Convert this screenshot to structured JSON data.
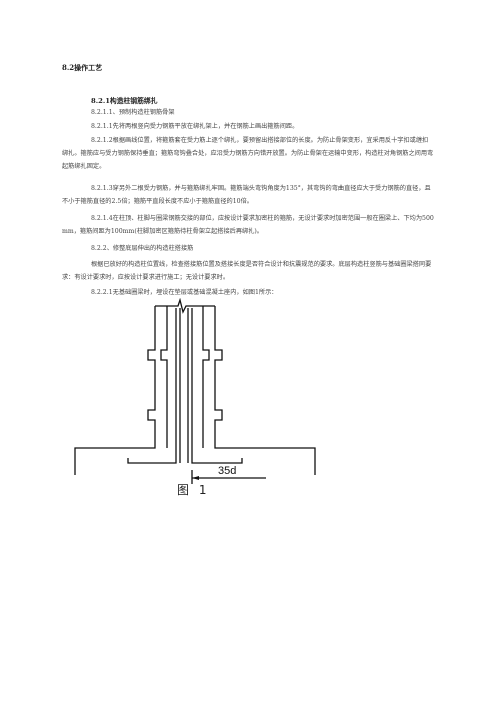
{
  "heading_section": "8.2操作工艺",
  "heading_sub": "8.2.1构造柱钢筋绑扎",
  "paragraphs": [
    "8.2.1.1、预制构造柱钢筋骨架",
    "8.2.1.1先将两根竖向受力钢筋平放在绑扎架上，并在钢筋上画出箍筋间距。",
    "8.2.1.2根据画线位置，将箍筋套在受力筋上逐个绑扎，要预留出搭接部位的长度。为防止骨架变形，宜采用反十字扣或缠扣绑扎。箍筋应与受力钢筋保持垂直；箍筋弯钩叠合处，应沿受力钢筋方向错开放置。为防止骨架在运输中变形，构造柱对角钢筋之间用弯起筋绑扎固定。",
    "8.2.1.3穿另外二根受力钢筋，并与箍筋绑扎牢固。箍筋端头弯钩角度为135°，其弯钩的弯曲直径应大于受力钢筋的直径，且不小于箍筋直径的2.5倍；箍筋平直段长度不应小于箍筋直径的10倍。",
    "8.2.1.4在柱顶、柱脚与圈梁钢筋交接的部位，应按设计要求加密柱的箍筋，无设计要求时加密范围一般在圈梁上、下均为500mm，箍筋间距为100mm(柱脚加密区箍筋待柱骨架立起搭接后再绑扎)。",
    "8.2.2、修整底层伸出的构造柱搭接筋",
    "根据已放好的构造柱位置线，检查搭接筋位置及搭接长度是否符合设计和抗震规范的要求。底层构造柱竖筋与基础圈梁搭同要求：有设计要求时，应按设计要求进行施工；无设计要求时。",
    "8.2.2.1无基础圈梁时，埋设在垫层或基础混凝土座内，如图1所示："
  ],
  "figure": {
    "dimension_label": "35d",
    "caption": "图 1"
  }
}
